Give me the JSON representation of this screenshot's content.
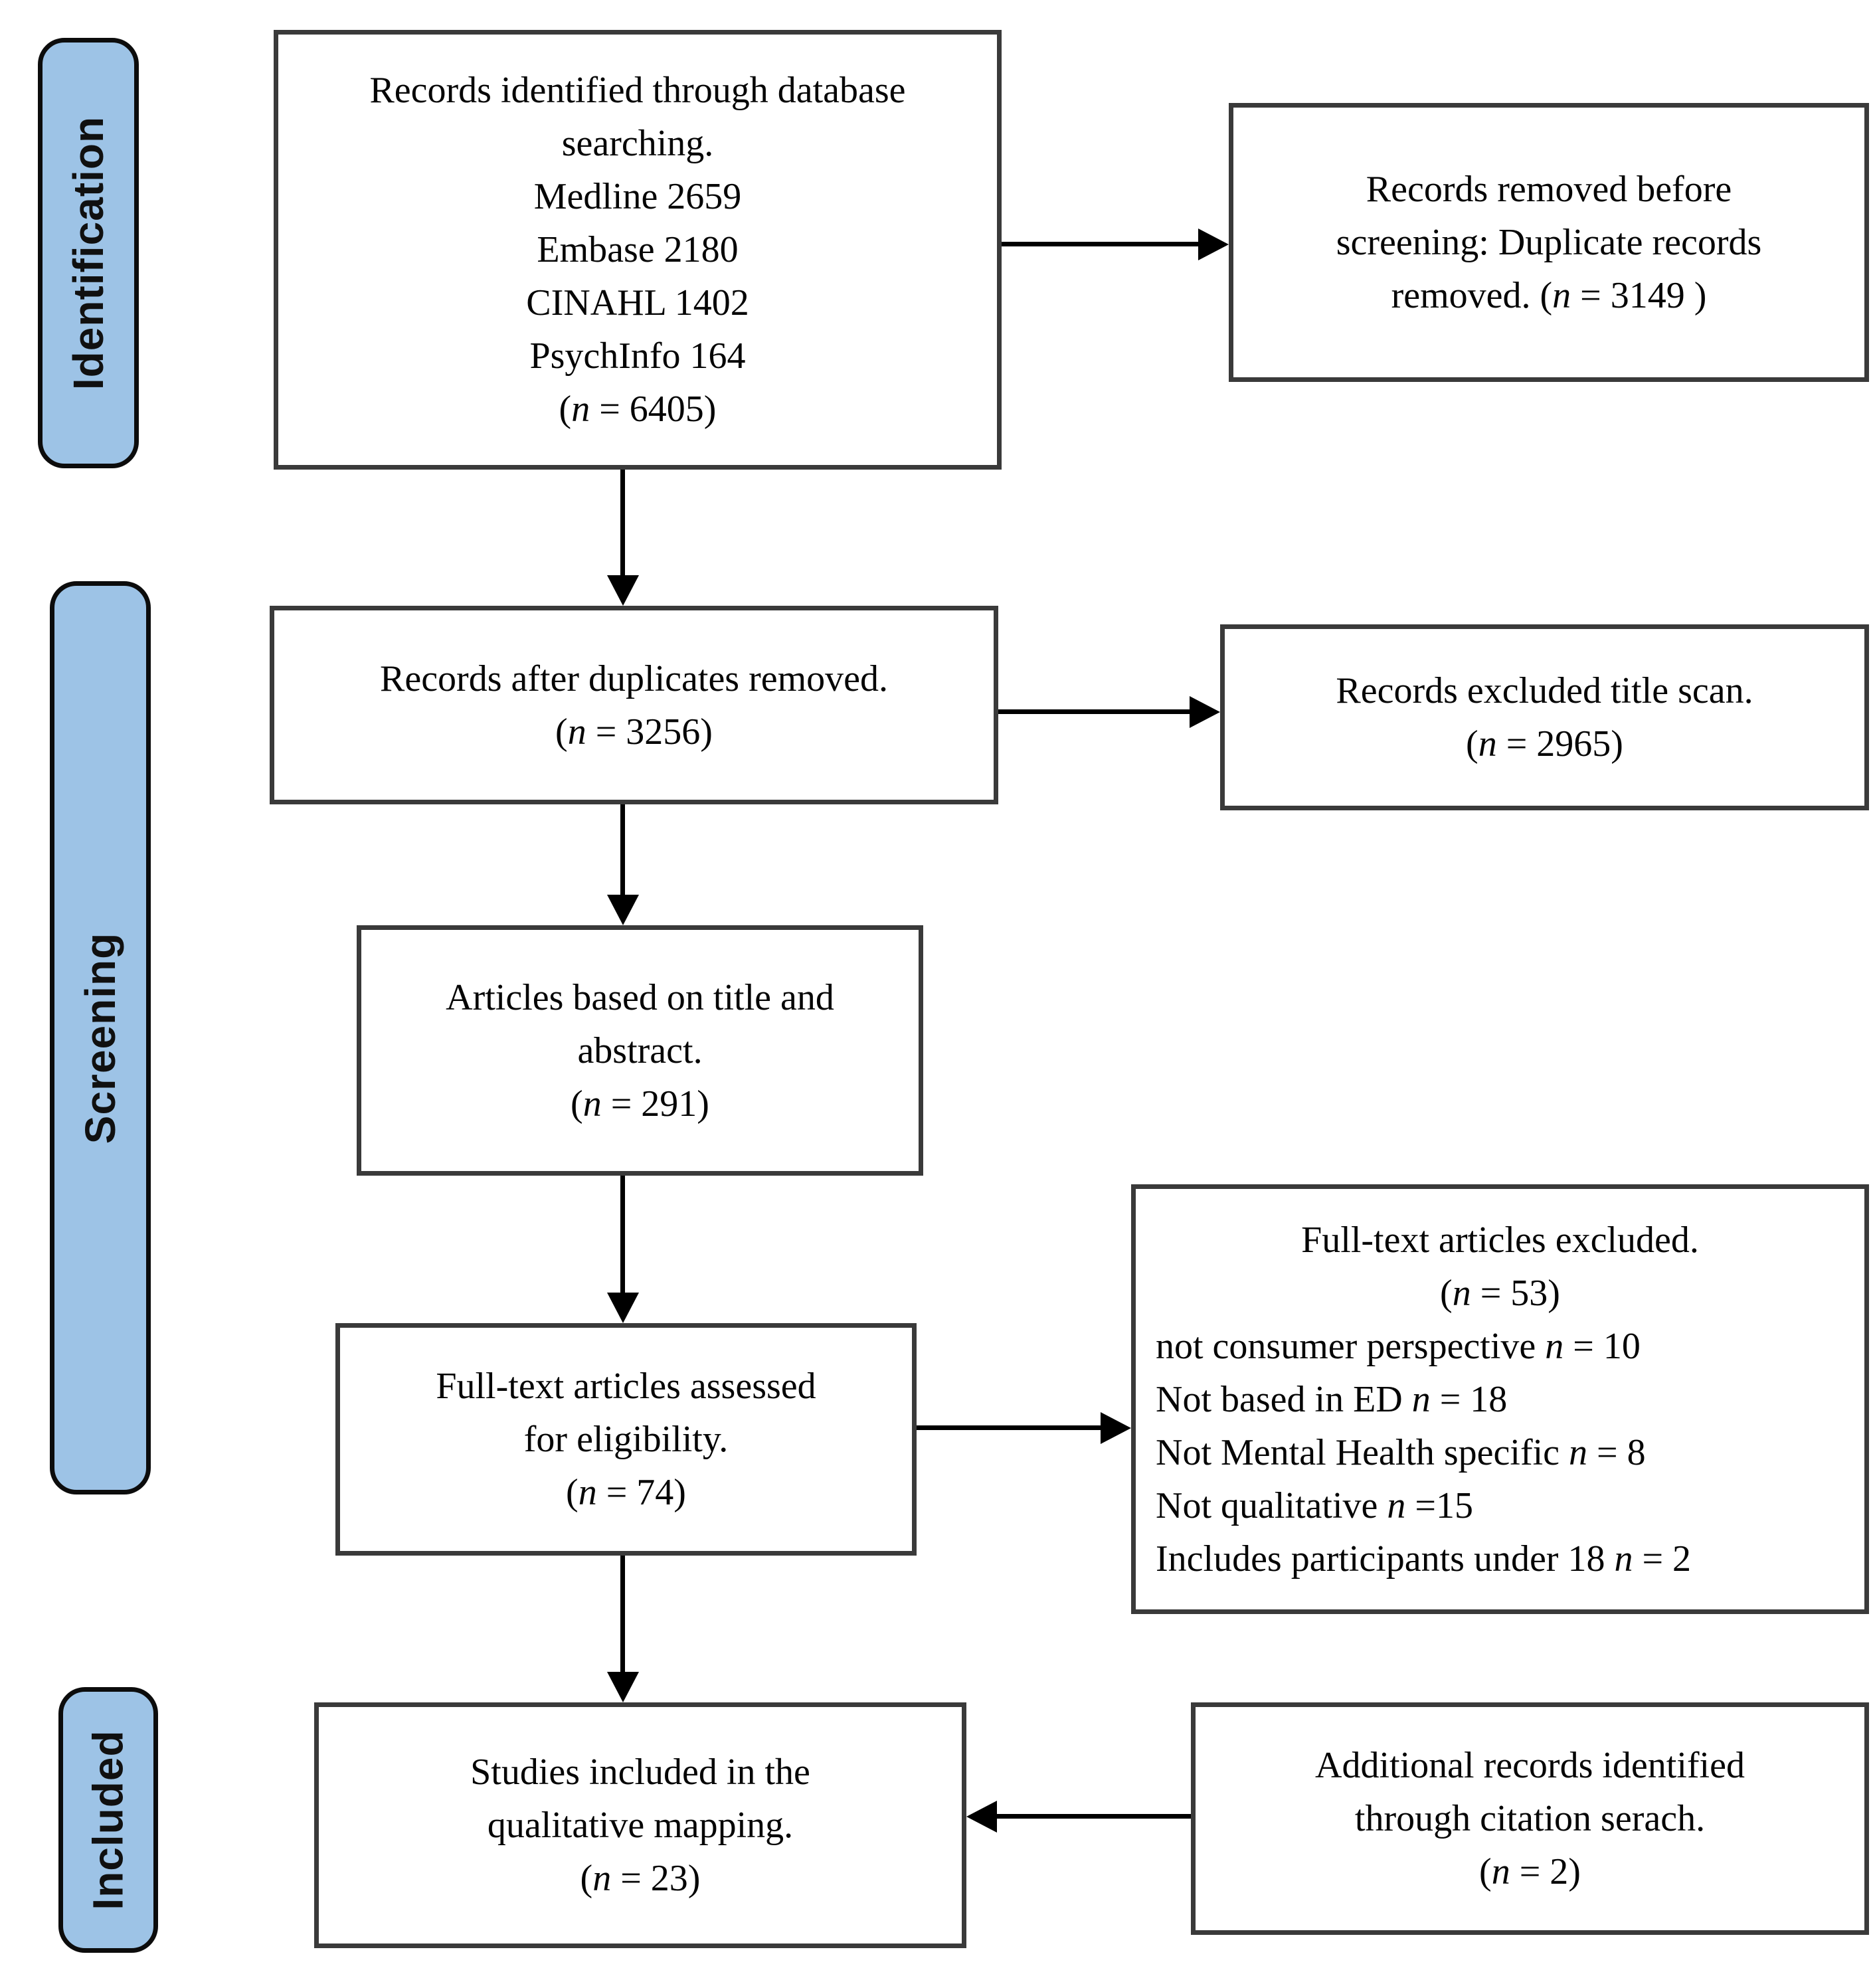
{
  "stage_labels": {
    "identification": "Identification",
    "screening": "Screening",
    "included": "Included"
  },
  "colors": {
    "stage_fill": "#9DC3E6",
    "stage_border": "#0C0C0C",
    "box_border": "#3A3A3A",
    "arrow": "#000000",
    "text": "#000000",
    "background": "#FFFFFF"
  },
  "boxes": {
    "db_search": {
      "lines": [
        "Records identified through database",
        "searching.",
        "Medline 2659",
        "Embase 2180",
        "CINAHL 1402",
        "PsychInfo 164",
        "(n = 6405)"
      ]
    },
    "removed_before_screening": {
      "lines": [
        "Records removed before",
        "screening: Duplicate records",
        "removed. (n = 3149 )"
      ]
    },
    "after_duplicates": {
      "lines": [
        "Records after duplicates removed.",
        "(n = 3256)"
      ]
    },
    "excluded_title_scan": {
      "lines": [
        "Records excluded title scan.",
        "(n = 2965)"
      ]
    },
    "title_abstract": {
      "lines": [
        "Articles based on title and",
        "abstract.",
        "(n = 291)"
      ]
    },
    "fulltext_assessed": {
      "lines": [
        "Full-text articles assessed",
        "for eligibility.",
        "(n = 74)"
      ]
    },
    "fulltext_excluded": {
      "heading_lines": [
        "Full-text articles excluded.",
        "(n = 53)"
      ],
      "reasons": [
        "not consumer perspective n = 10",
        "Not based in ED n = 18",
        "Not Mental Health specific n = 8",
        "Not qualitative n =15",
        "Includes participants under 18 n = 2"
      ]
    },
    "included_mapping": {
      "lines": [
        "Studies included in the",
        "qualitative mapping.",
        "(n = 23)"
      ]
    },
    "citation_search": {
      "lines": [
        "Additional records identified",
        "through citation serach.",
        "(n = 2)"
      ]
    }
  }
}
